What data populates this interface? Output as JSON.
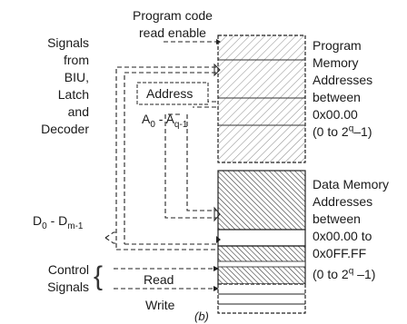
{
  "labels": {
    "enable_line1": "Program code",
    "enable_line2": "read enable",
    "signals_line1": "Signals",
    "signals_line2": "from",
    "signals_line3": "BIU,",
    "signals_line4": "Latch",
    "signals_line5": "and",
    "signals_line6": "Decoder",
    "address": "Address",
    "addr_base": "A",
    "addr_sub0": "0",
    "addr_sep": " - A",
    "addr_subq": "q-1",
    "data_base": "D",
    "data_sub0": "0",
    "data_sep": " - D",
    "data_subm": "m-1",
    "control_line1": "Control",
    "control_line2": "Signals",
    "brace": "{",
    "read": "Read",
    "write": "Write",
    "caption": "(b)"
  },
  "program_memory": {
    "line1": "Program",
    "line2": "Memory",
    "line3": "Addresses",
    "line4": "between",
    "line5": "0x00.00",
    "range_open": "(0 to 2",
    "range_exp": "q",
    "range_close": "–1)"
  },
  "data_memory": {
    "line1": "Data Memory",
    "line2": "Addresses",
    "line3": "between",
    "line4": "0x00.00 to",
    "line5": "0x0FF.FF",
    "range_open": "(0 to 2",
    "range_exp": "q",
    "range_close": " –1)"
  }
}
